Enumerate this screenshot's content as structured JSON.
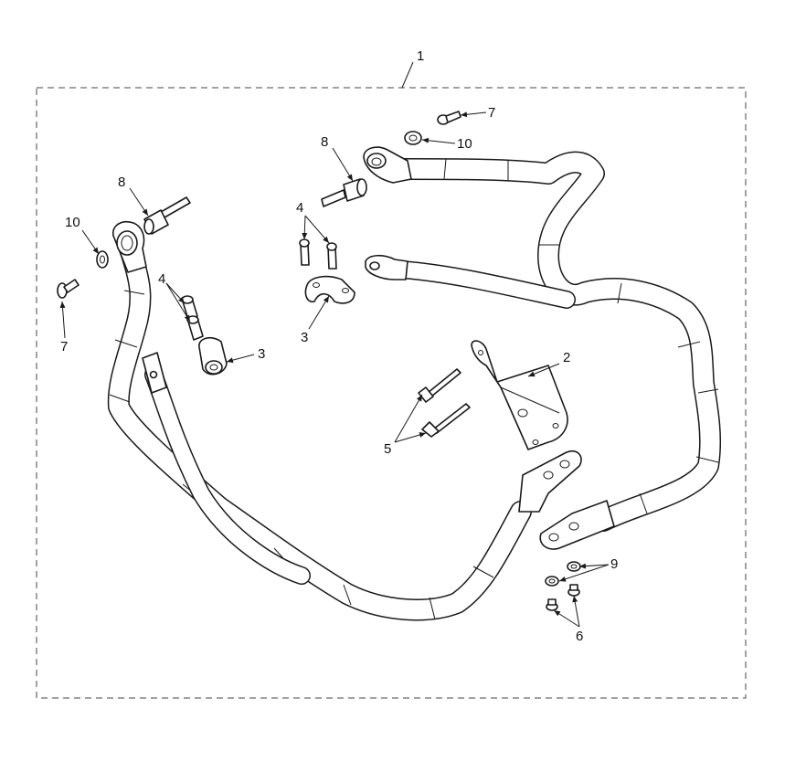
{
  "callouts": {
    "c1": "1",
    "c2": "2",
    "c3a": "3",
    "c3b": "3",
    "c4a": "4",
    "c4b": "4",
    "c5": "5",
    "c6": "6",
    "c7a": "7",
    "c7b": "7",
    "c8a": "8",
    "c8b": "8",
    "c9": "9",
    "c10a": "10",
    "c10b": "10"
  }
}
